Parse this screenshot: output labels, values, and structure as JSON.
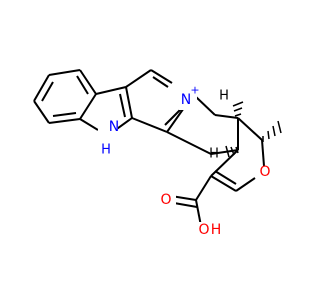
{
  "molecule": {
    "labels": {
      "n_plus": "N",
      "charge": "+",
      "oxygen_ring": "O",
      "nh": "NH",
      "nh_h": "H",
      "nh_n": "N",
      "oh": "OH",
      "oh_o": "O",
      "oh_h": "H",
      "carbonyl_o": "O",
      "stereo_h_upper": "H",
      "stereo_h_lower": "H",
      "methyl": ""
    },
    "colors": {
      "nitrogen": "#0000FF",
      "oxygen": "#FF0000",
      "carbon": "#000000",
      "hydrogen_on_heteroatom_n": "#0000FF",
      "hydrogen_on_heteroatom_o": "#FF0000"
    }
  }
}
